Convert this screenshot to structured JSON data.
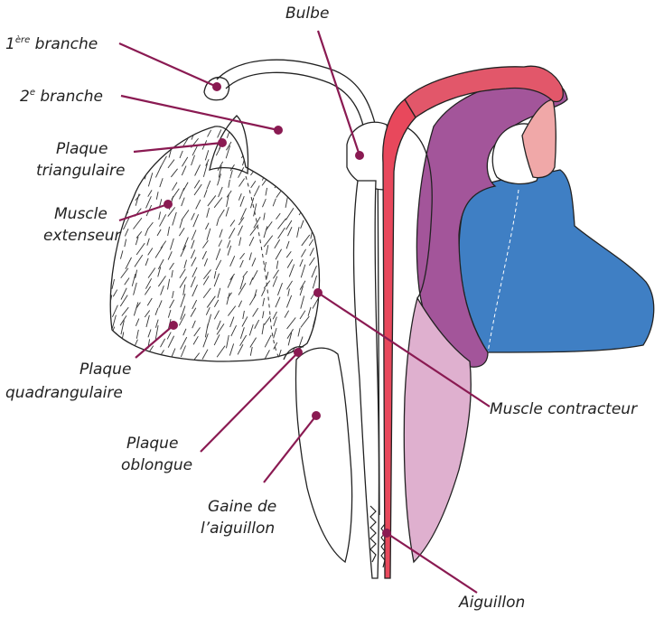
{
  "colors": {
    "leader": "#8a1a52",
    "stinger": "#e8485c",
    "extensor_muscle": "#a3559a",
    "bulb_top": "#e2576a",
    "triangular_plate": "#f0a8a8",
    "quadrangular_plate": "#3f7fc4",
    "contractor_muscle": "#dfb0cf"
  },
  "labels": {
    "first_branch": {
      "main": "1",
      "sup": "ère",
      "rest": " branche"
    },
    "second_branch": {
      "main": "2",
      "sup": "e",
      "rest": " branche"
    },
    "triangular_plate": [
      "Plaque",
      "triangulaire"
    ],
    "extensor_muscle": [
      "Muscle",
      "extenseur"
    ],
    "quadrangular_plate": [
      "Plaque",
      "quadrangulaire"
    ],
    "oblong_plate": [
      "Plaque",
      "oblongue"
    ],
    "stinger_sheath": [
      "Gaine de",
      "l’aiguillon"
    ],
    "bulb": "Bulbe",
    "contractor_muscle": "Muscle contracteur",
    "stinger": "Aiguillon"
  }
}
